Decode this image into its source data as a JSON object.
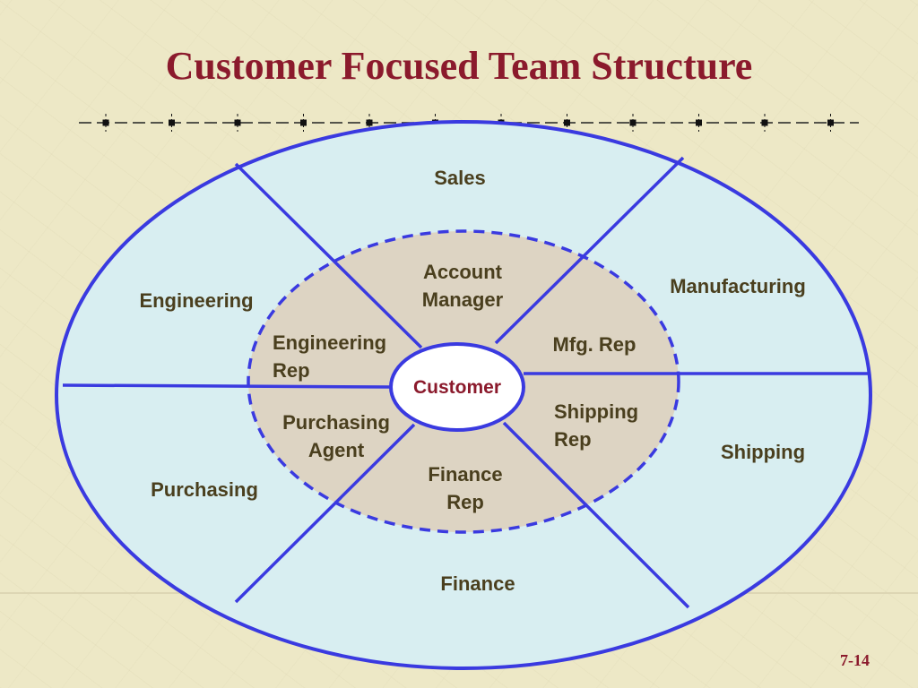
{
  "title": "Customer Focused Team Structure",
  "page_number": "7-14",
  "colors": {
    "title": "#8b1a2c",
    "outer_fill": "#d8eef1",
    "inner_fill": "#ddd4c3",
    "line": "#3a3ae0",
    "label": "#4a3f1e"
  },
  "hub": {
    "label": "Customer"
  },
  "outer_sections": {
    "sales": "Sales",
    "manufacturing": "Manufacturing",
    "engineering": "Engineering",
    "shipping": "Shipping",
    "purchasing": "Purchasing",
    "finance": "Finance"
  },
  "inner_roles": {
    "account_manager": [
      "Account",
      "Manager"
    ],
    "engineering_rep": [
      "Engineering",
      "Rep"
    ],
    "mfg_rep": "Mfg. Rep",
    "shipping_rep": [
      "Shipping",
      "Rep"
    ],
    "purchasing_agent": [
      "Purchasing",
      "Agent"
    ],
    "finance_rep": [
      "Finance",
      "Rep"
    ]
  }
}
